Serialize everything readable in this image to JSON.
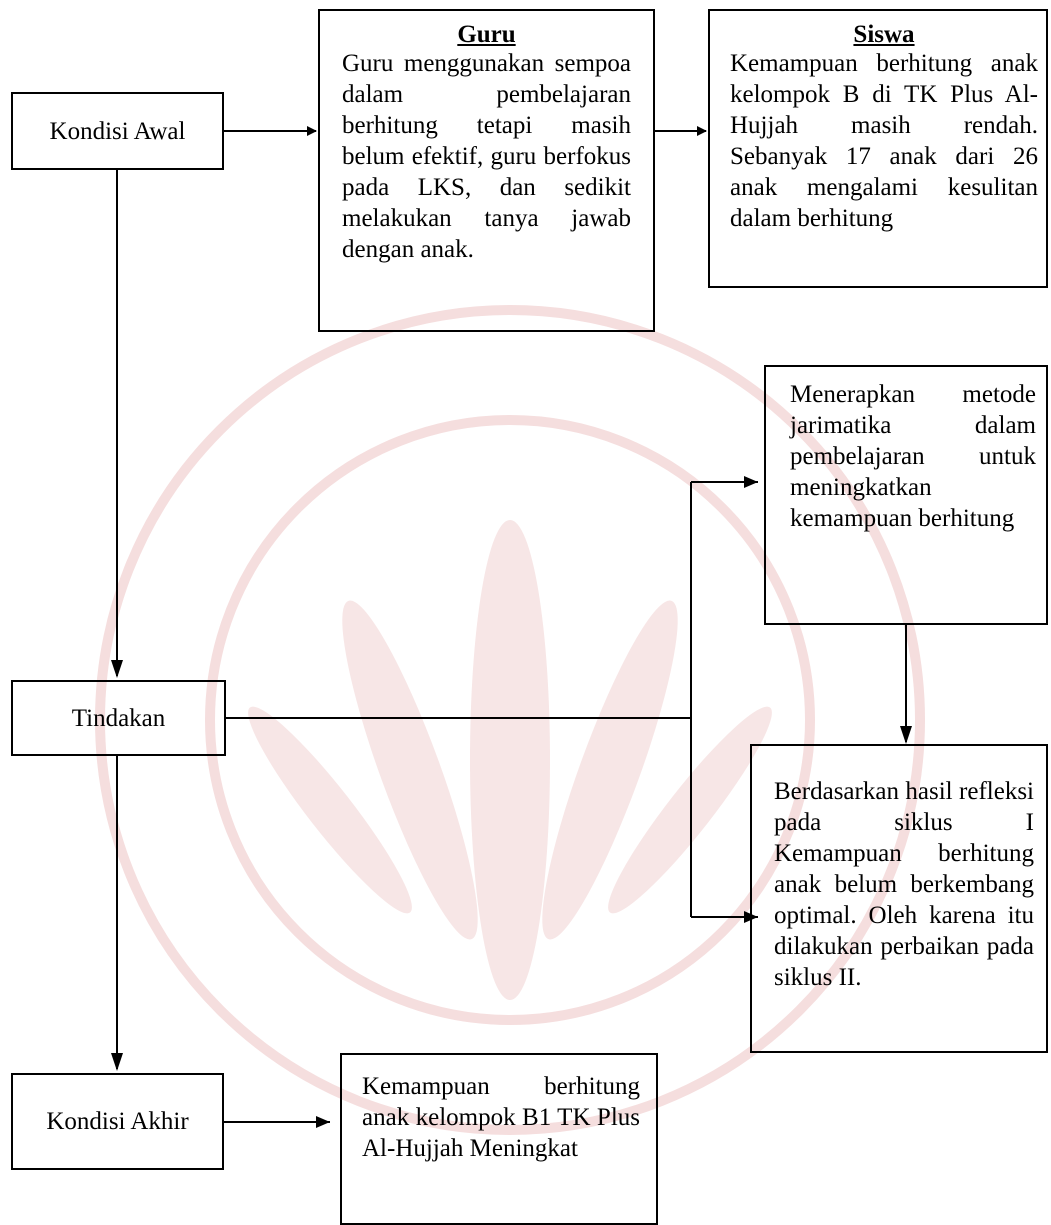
{
  "nodes": {
    "kondisi_awal": "Kondisi Awal",
    "tindakan": "Tindakan",
    "kondisi_akhir": "Kondisi Akhir",
    "guru": {
      "title": "Guru",
      "text": "Guru menggunakan sempoa dalam pembelajaran berhitung tetapi masih belum efektif, guru berfokus pada LKS, dan sedikit melakukan tanya jawab dengan anak."
    },
    "siswa": {
      "title": "Siswa",
      "text": "Kemampuan berhitung anak kelompok B di TK Plus Al-Hujjah masih rendah. Sebanyak 17 anak dari 26 anak mengalami kesulitan dalam berhitung"
    },
    "metode": "Menerapkan metode jarimatika dalam pembelajaran untuk meningkatkan kemampuan berhitung",
    "refleksi": "Berdasarkan hasil refleksi pada siklus I Kemampuan berhitung anak belum berkembang optimal. Oleh karena itu dilakukan perbaikan pada siklus II.",
    "hasil": "Kemampuan berhitung anak kelompok B1 TK Plus Al-Hujjah Meningkat"
  },
  "colors": {
    "line": "#000000",
    "watermark": "#f4d9d9"
  }
}
